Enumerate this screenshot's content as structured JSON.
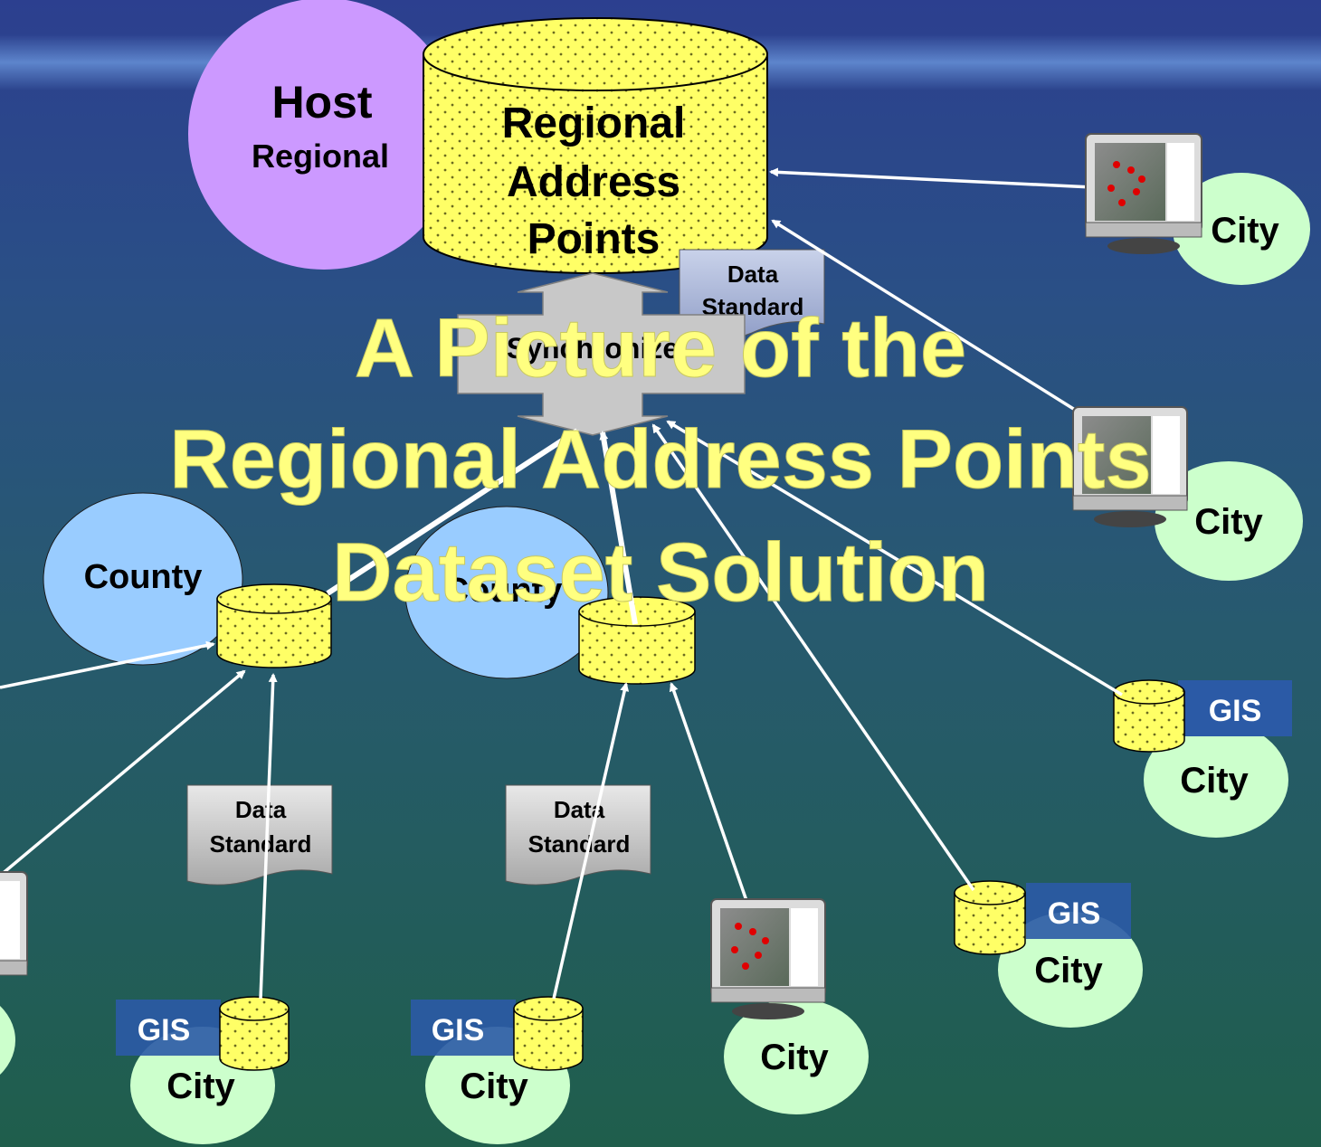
{
  "title_lines": [
    "A Picture of the",
    "Regional Address Points",
    "Dataset Solution"
  ],
  "host": {
    "title": "Host",
    "subtitle": "Regional"
  },
  "central_db": {
    "line1": "Regional",
    "line2": "Address",
    "line3": "Points"
  },
  "sync_label": "Synchronize",
  "data_standard": {
    "line1": "Data",
    "line2": "Standard"
  },
  "county_label": "County",
  "city_label": "City",
  "gis_label": "GIS",
  "colors": {
    "host": "#cc99ff",
    "county": "#99ccff",
    "city": "#ccffcc",
    "db": "#ffff66",
    "gis": "#2b5aa6",
    "title": "#ffff80"
  }
}
